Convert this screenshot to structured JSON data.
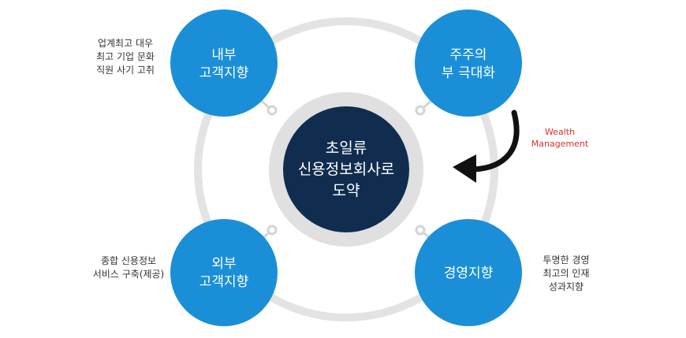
{
  "center": {
    "lines": [
      "초일류",
      "신용정보회사로",
      "도약"
    ]
  },
  "nodes": [
    {
      "id": "internal-customer",
      "lines": [
        "내부",
        "고객지향"
      ]
    },
    {
      "id": "shareholder-value",
      "lines": [
        "주주의",
        "부 극대화"
      ]
    },
    {
      "id": "external-customer",
      "lines": [
        "외부",
        "고객지향"
      ]
    },
    {
      "id": "management",
      "lines": [
        "경영지향"
      ]
    }
  ],
  "notes": [
    {
      "id": "internal",
      "lines": [
        "업계최고 대우",
        "최고 기업 문화",
        "직원 사기 고취"
      ]
    },
    {
      "id": "external",
      "lines": [
        "종합 신용정보",
        "서비스 구축(제공)"
      ]
    },
    {
      "id": "management",
      "lines": [
        "투명한 경영",
        "최고의 인재",
        "성과지향"
      ]
    }
  ],
  "arrow_label": {
    "lines": [
      "Wealth",
      "Management"
    ]
  },
  "colors": {
    "node": "#1a8fd8",
    "center": "#102d4f",
    "ring": "#e3e3e3",
    "arrow": "#111111",
    "arrow_label": "#d6332c"
  }
}
